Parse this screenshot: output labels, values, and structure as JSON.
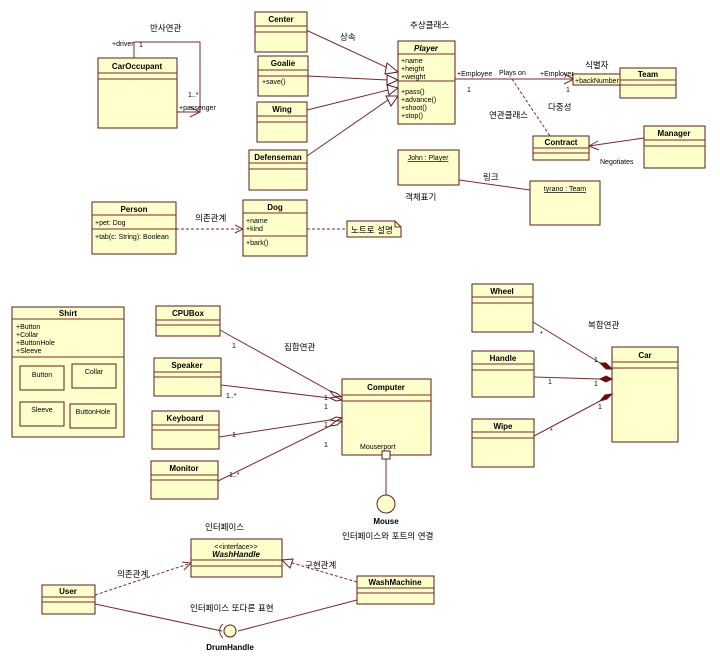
{
  "classes": {
    "center": "Center",
    "goalie": "Goalie",
    "goalie_op": "+save()",
    "wing": "Wing",
    "defenseman": "Defenseman",
    "player": "Player",
    "player_attrs": [
      "+name",
      "+height",
      "+weight"
    ],
    "player_ops": [
      "+pass()",
      "+advance()",
      "+shoot()",
      "+stop()"
    ],
    "team": "Team",
    "contract": "Contract",
    "manager": "Manager",
    "car_occupant": "CarOccupant",
    "person": "Person",
    "person_attr": "+pet: Dog",
    "person_op": "+tab(c: String): Boolean",
    "dog": "Dog",
    "dog_attrs": [
      "+name",
      "+kind"
    ],
    "dog_op": "+bark()",
    "shirt": "Shirt",
    "shirt_attrs": [
      "+Button",
      "+Collar",
      "+ButtonHole",
      "+Sleeve"
    ],
    "shirt_parts": [
      "Button",
      "Collar",
      "Sleeve",
      "ButtonHole"
    ],
    "cpubox": "CPUBox",
    "speaker": "Speaker",
    "keyboard": "Keyboard",
    "monitor": "Monitor",
    "computer": "Computer",
    "wheel": "Wheel",
    "handle": "Handle",
    "wipe": "Wipe",
    "car": "Car",
    "user": "User",
    "wash_machine": "WashMachine",
    "interface_stereo": "<<interface>>",
    "wash_handle": "WashHandle"
  },
  "objects": {
    "john": "John : Player",
    "tyrano": "tyrano : Team"
  },
  "labels": {
    "reflexive": "반사연관",
    "driver": "+driver",
    "passenger": "+passenger",
    "one": "1",
    "one_many": "1..*",
    "abstract_class": "추상클래스",
    "inheritance": "상속",
    "plus_employee": "+Employee",
    "plays_on": "Plays on",
    "plus_employer": "+Employer",
    "identifier": "식별자",
    "back_number": "+backNumber",
    "multiplicity": "다중성",
    "association_class": "연관클래스",
    "negotiates": "Negotiates",
    "link": "링크",
    "object_notation": "객체표기",
    "dependency": "의존관계",
    "note": "노트로 설명",
    "aggregation": "집합연관",
    "mouseport": "Mouserport",
    "mouse": "Mouse",
    "interface_port": "인터페이스와 포트의 연결",
    "composition": "복합연관",
    "star": "*",
    "interface_title": "인터페이스",
    "dependency2": "의존관계",
    "realization": "구현관계",
    "interface_alt": "인터페이스 또다른 표현",
    "drum_handle": "DrumHandle"
  }
}
